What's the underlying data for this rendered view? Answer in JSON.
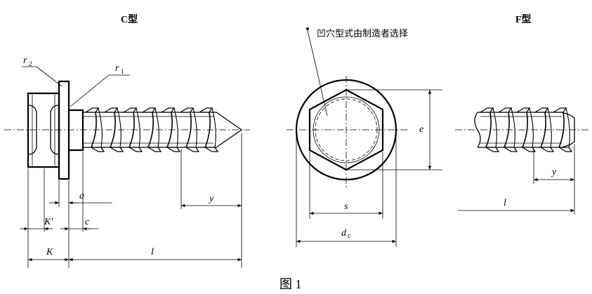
{
  "views": {
    "left_title": "C型",
    "right_title": "F型"
  },
  "callouts": {
    "r2": "r",
    "r2_sub": "2",
    "r1": "r",
    "r1_sub": "1",
    "recess_note": "凹穴型式由制造者选择"
  },
  "dimensions": {
    "a": "a",
    "y": "y",
    "k_prime": "K′",
    "c": "c",
    "k": "K",
    "l": "l",
    "s": "s",
    "e": "e",
    "dc": "d",
    "dc_sub": "c",
    "f_y": "y",
    "f_l": "l"
  },
  "caption": "图 1"
}
